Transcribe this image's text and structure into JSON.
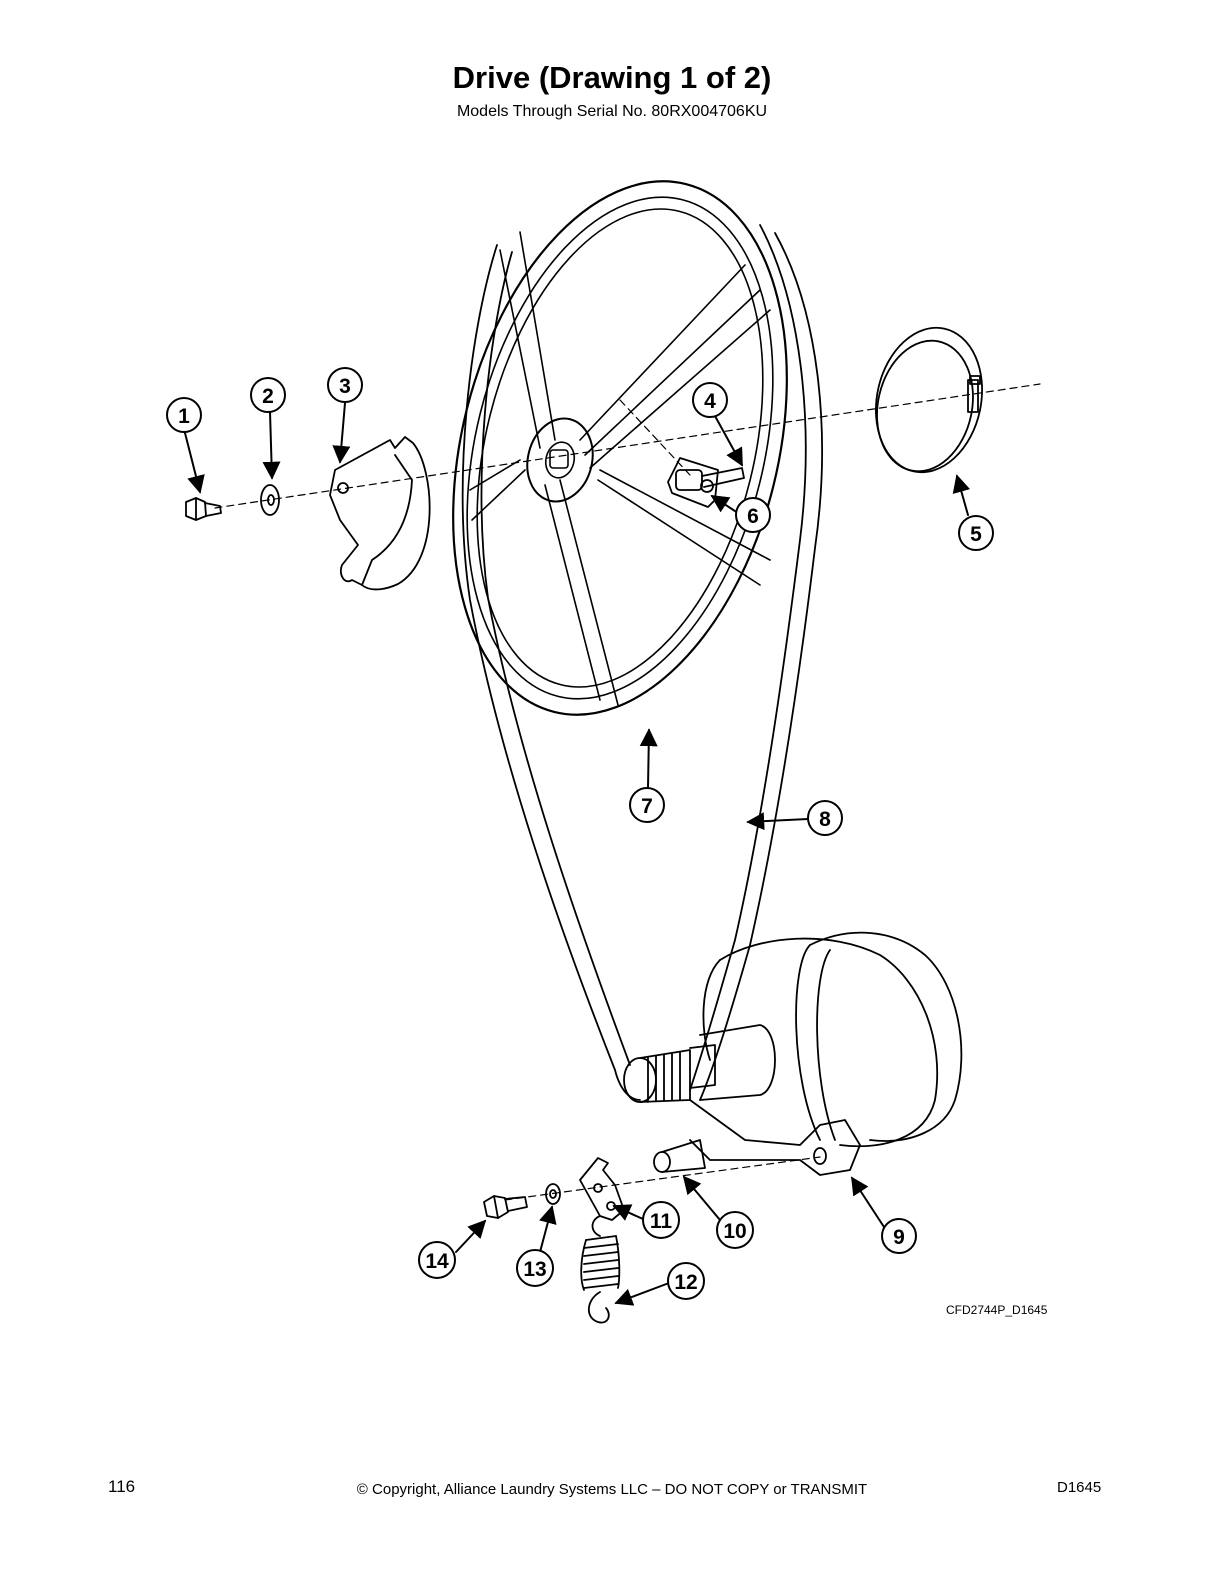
{
  "header": {
    "title": "Drive (Drawing 1 of 2)",
    "subtitle": "Models Through Serial No. 80RX004706KU"
  },
  "callouts": [
    "1",
    "2",
    "3",
    "4",
    "5",
    "6",
    "7",
    "8",
    "9",
    "10",
    "11",
    "12",
    "13",
    "14"
  ],
  "drawing_id": "CFD2744P_D1645",
  "footer": {
    "page_number": "116",
    "copyright": "© Copyright, Alliance Laundry Systems LLC – DO NOT COPY or TRANSMIT",
    "document_code": "D1645"
  }
}
